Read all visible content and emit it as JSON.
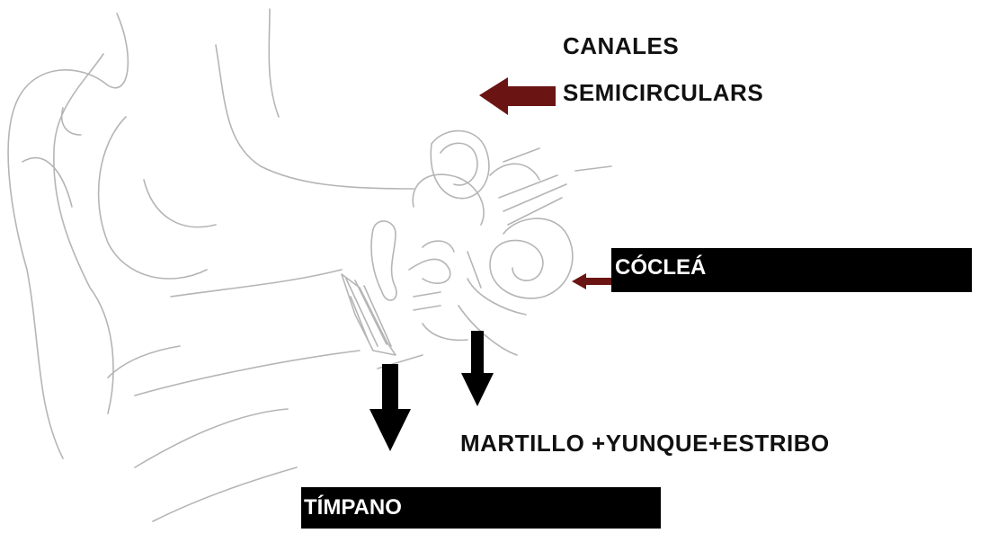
{
  "labels": {
    "canales_line1": "CANALES",
    "canales_line2": "SEMICIRCULARS",
    "coclea": "CÓCLEÁ",
    "martillo": "MARTILLO +YUNQUE+ESTRIBO",
    "timpano": "TÍMPANO"
  },
  "colors": {
    "sketch": "#b8b8b8",
    "red_arrow": "#6b1414",
    "black_arrow": "#000000",
    "label_box": "#000000"
  }
}
